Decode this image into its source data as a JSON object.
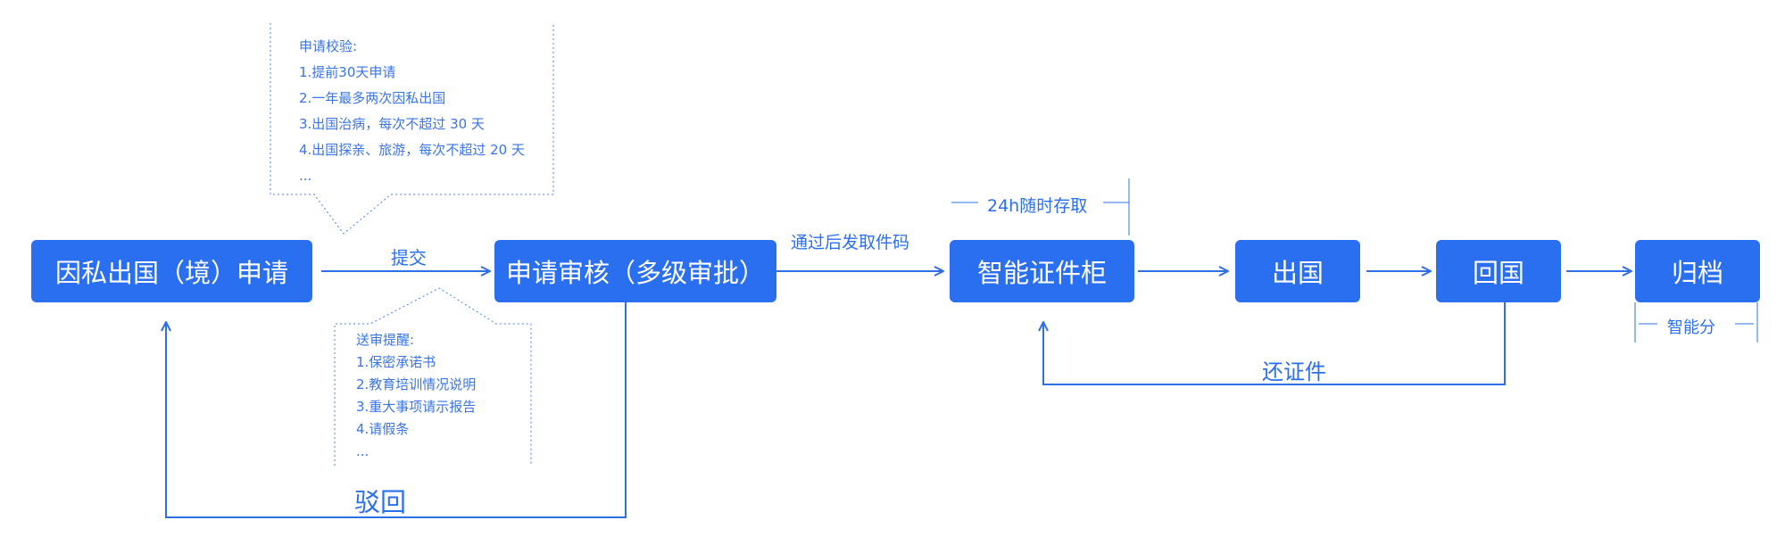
{
  "colors": {
    "node_fill": "#2a6ff0",
    "line": "#2f6fe4",
    "dashed": "#4a82ea"
  },
  "nodes": {
    "apply": "因私出国（境）申请",
    "review": "申请审核（多级审批）",
    "cabinet": "智能证件柜",
    "depart": "出国",
    "return": "回国",
    "archive": "归档"
  },
  "edges": {
    "submit": "提交",
    "issue_code": "通过后发取件码",
    "reject": "驳回",
    "return_doc": "还证件",
    "access_24h": "24h随时存取",
    "smart_sort": "智能分"
  },
  "notes": {
    "application_check": {
      "title": "申请校验:",
      "items": [
        "1.提前30天申请",
        "2.一年最多两次因私出国",
        "3.出国治病，每次不超过 30 天",
        "4.出国探亲、旅游，每次不超过 20 天",
        "..."
      ]
    },
    "review_reminder": {
      "title": "送审提醒:",
      "items": [
        "1.保密承诺书",
        "2.教育培训情况说明",
        "3.重大事项请示报告",
        "4.请假条",
        "..."
      ]
    }
  }
}
